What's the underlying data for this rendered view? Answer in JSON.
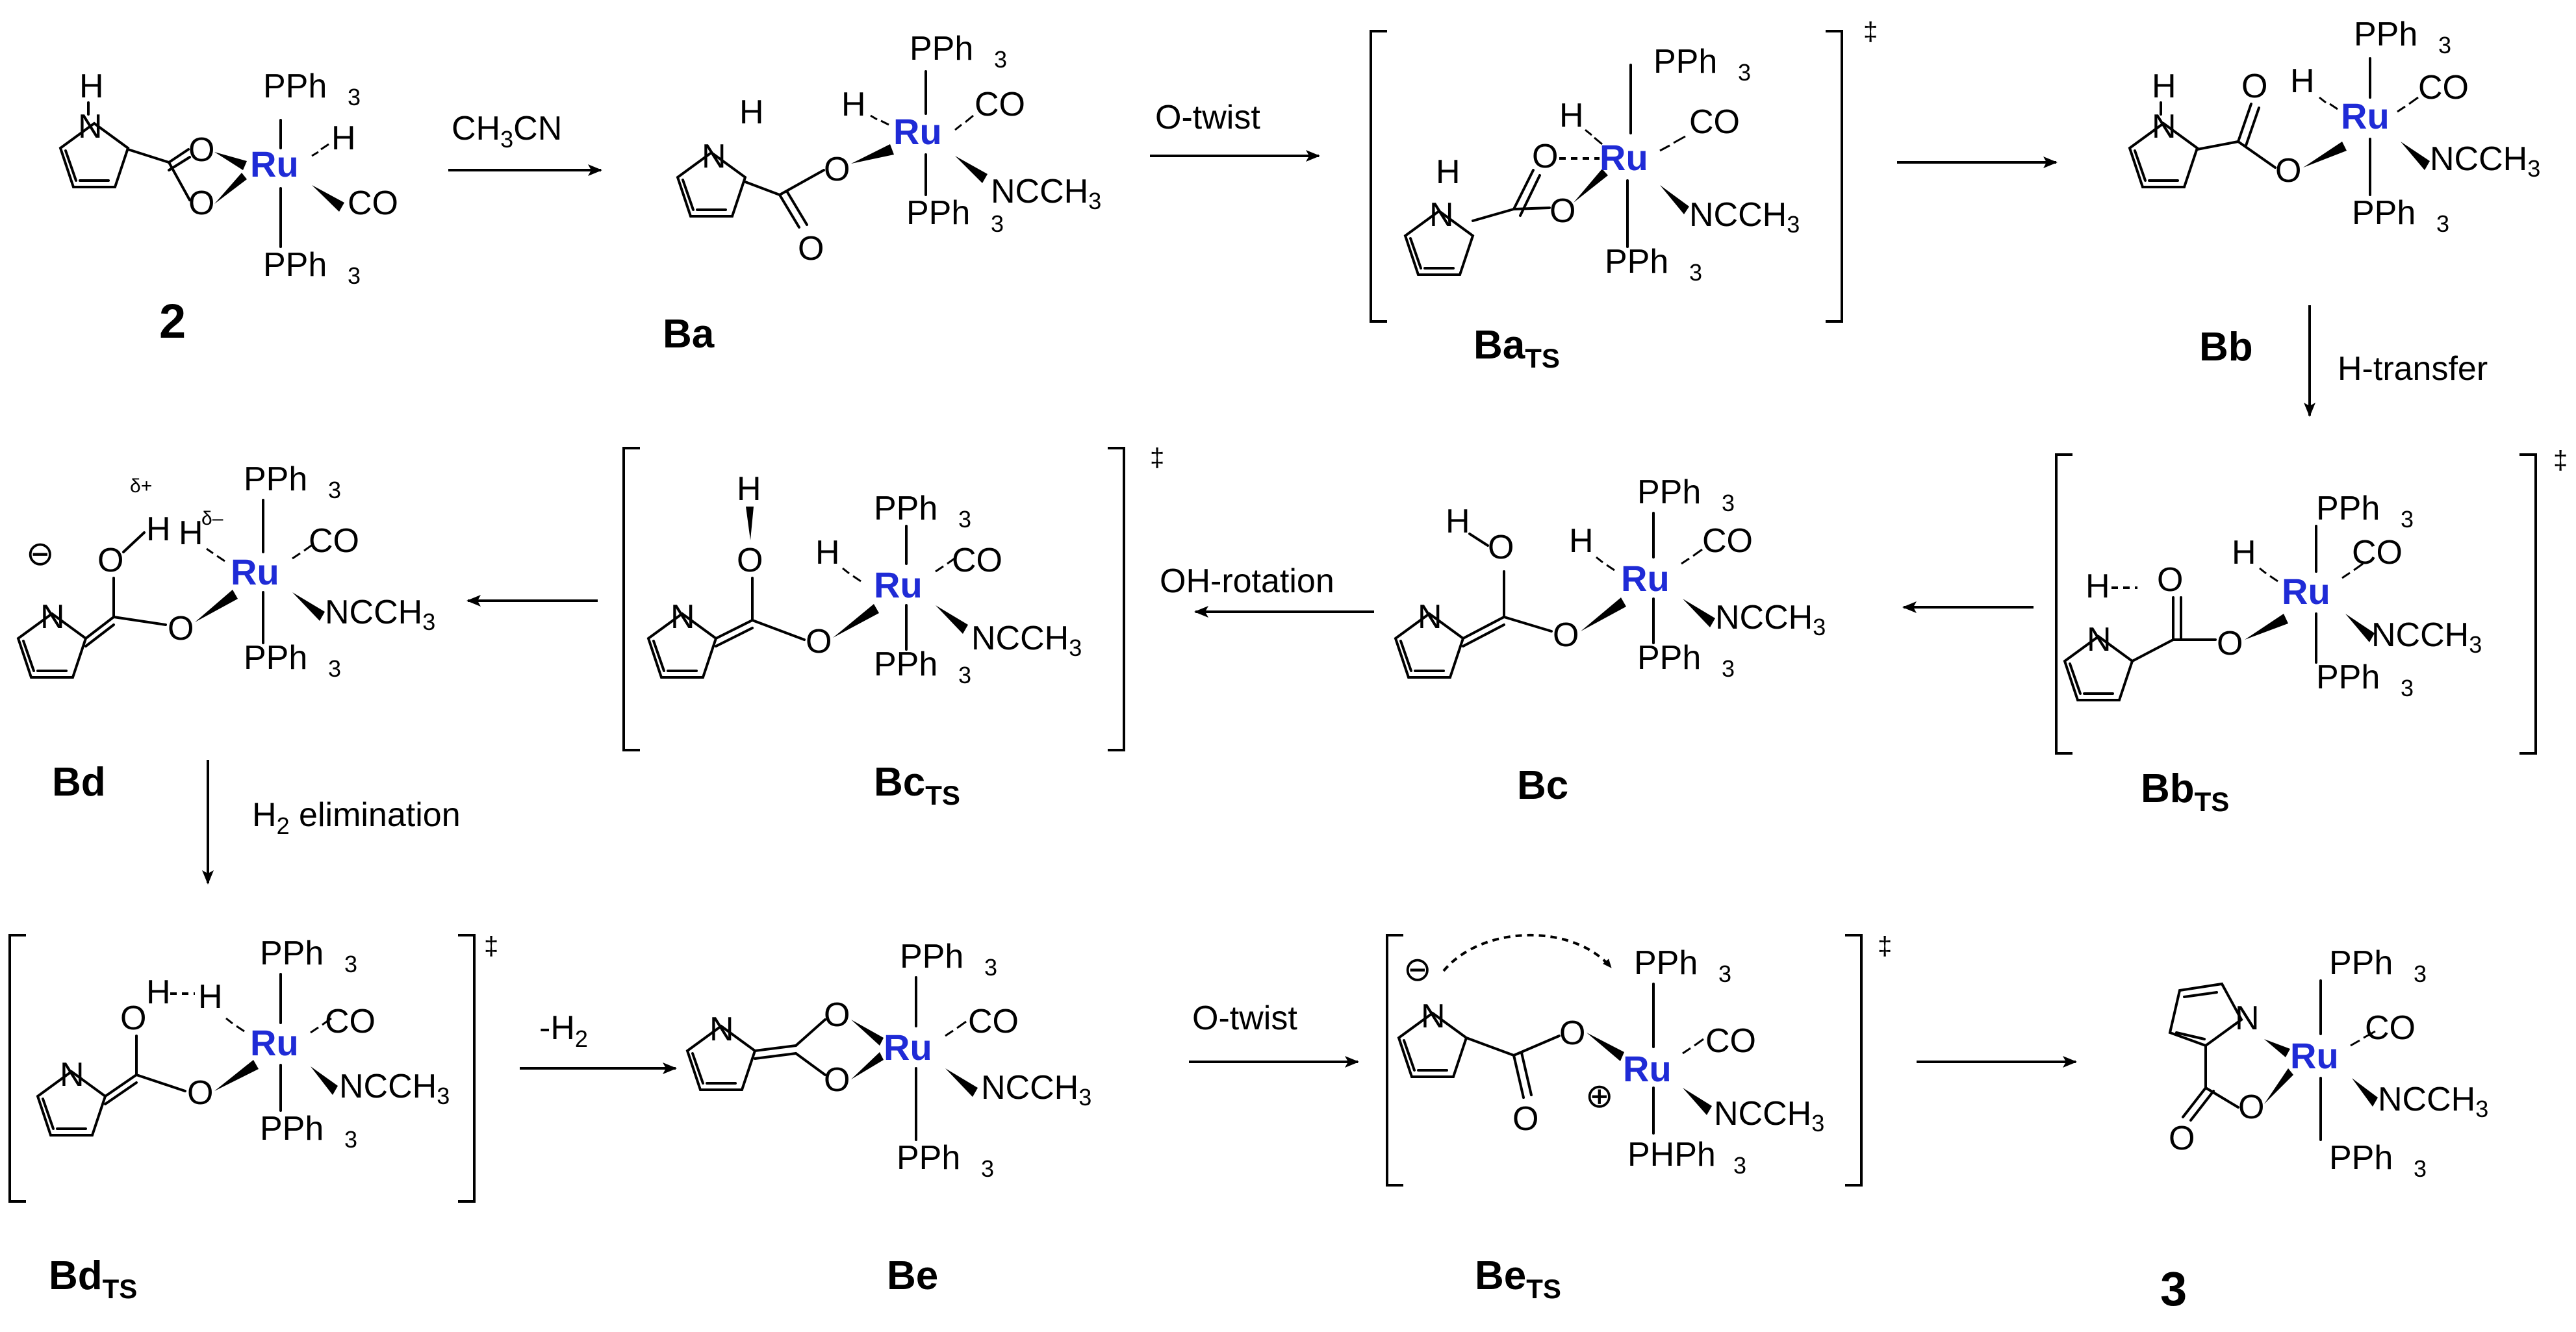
{
  "compounds": [
    {
      "id": "c2",
      "label": "2"
    },
    {
      "id": "Ba",
      "label": "Ba"
    },
    {
      "id": "BaTS",
      "label": "Ba",
      "sub": "TS"
    },
    {
      "id": "Bb",
      "label": "Bb"
    },
    {
      "id": "BbTS",
      "label": "Bb",
      "sub": "TS"
    },
    {
      "id": "Bc",
      "label": "Bc"
    },
    {
      "id": "BcTS",
      "label": "Bc",
      "sub": "TS"
    },
    {
      "id": "Bd",
      "label": "Bd"
    },
    {
      "id": "BdTS",
      "label": "Bd",
      "sub": "TS"
    },
    {
      "id": "Be",
      "label": "Be"
    },
    {
      "id": "BeTS",
      "label": "Be",
      "sub": "TS"
    },
    {
      "id": "c3",
      "label": "3"
    }
  ],
  "steps": {
    "s1": {
      "main": "CH",
      "sub": "3",
      "tail": "CN"
    },
    "s2": "O-twist",
    "s4": "H-transfer",
    "s6": "OH-rotation",
    "s8": {
      "main": "H",
      "sub": "2",
      "tail": " elimination"
    },
    "s9": {
      "main": "-H",
      "sub": "2"
    },
    "s10": "O-twist"
  },
  "atoms": {
    "metal": "Ru",
    "pph3": "PPh",
    "three": "3",
    "co": "CO",
    "nc": "NCCH",
    "phph": "PHPh",
    "n": "N",
    "o": "O",
    "h": "H",
    "dplus": "δ+",
    "dminus": "δ–",
    "minus": "−",
    "plus": "+",
    "dagger": "‡"
  },
  "colors": {
    "ruthenium": "#1f2bd6",
    "ink": "#000000"
  }
}
